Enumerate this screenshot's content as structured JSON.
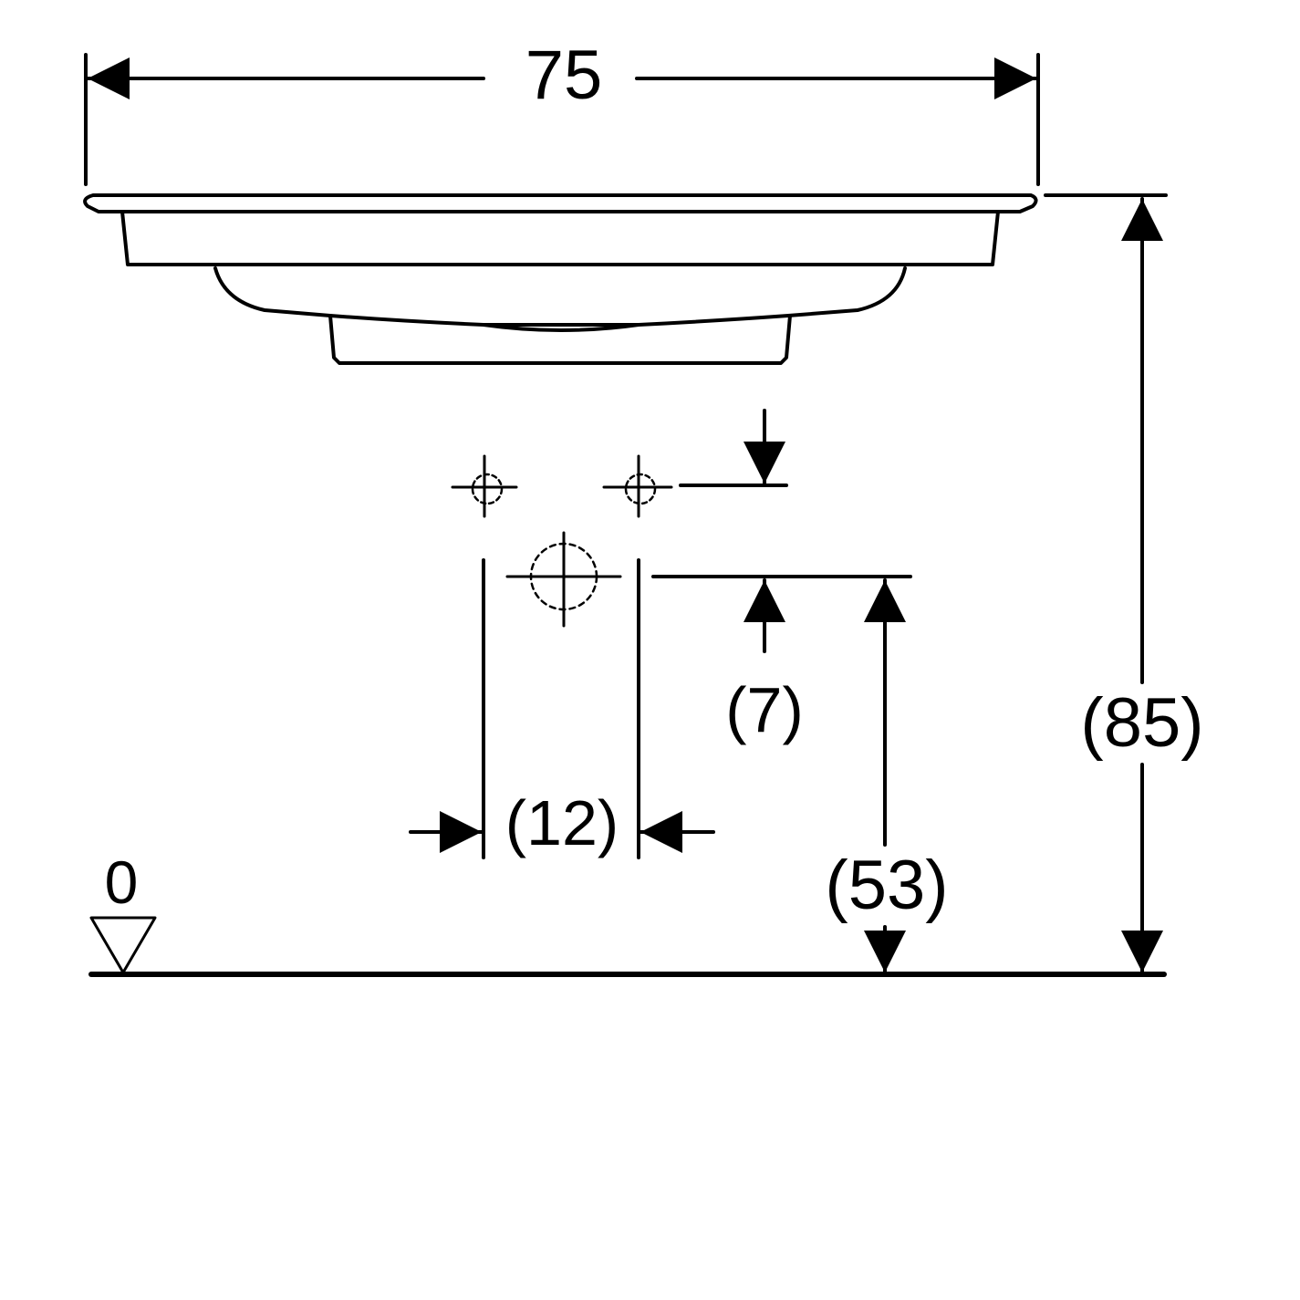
{
  "dimensions": {
    "width": "75",
    "height_total": "(85)",
    "height_outlet": "(53)",
    "drain_offset": "(7)",
    "pipe_spacing": "(12)",
    "floor_level": "0"
  },
  "colors": {
    "line": "#000000",
    "background": "#ffffff"
  }
}
